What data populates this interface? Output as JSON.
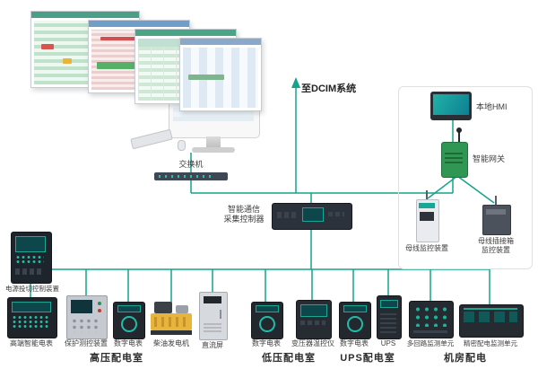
{
  "colors": {
    "line": "#14a38b"
  },
  "labels": {
    "dcim": "至DCIM系统",
    "switch": "交换机",
    "controller": "智能通信\n采集控制器",
    "hmi": "本地HMI",
    "gateway": "智能网关",
    "busbar_monitor": "母线监控装置",
    "busbar_plug": "母线插接箱\n监控装置"
  },
  "devices": {
    "power_switching": "电源投切控制装置",
    "hv_smart_meter": "高端智能电表",
    "protection": "保护测控装置",
    "hv_digital_meter": "数字电表",
    "diesel_generator": "柴油发电机",
    "dc_panel": "直流屏",
    "lv_digital_meter": "数字电表",
    "transformer_temp": "变压器温控仪",
    "ups_digital_meter": "数字电表",
    "ups": "UPS",
    "multi_circuit": "多回路监测单元",
    "precision_dist": "精密配电监测单元"
  },
  "groups": {
    "hv": "高压配电室",
    "lv": "低压配电室",
    "ups": "UPS配电室",
    "room": "机房配电"
  }
}
